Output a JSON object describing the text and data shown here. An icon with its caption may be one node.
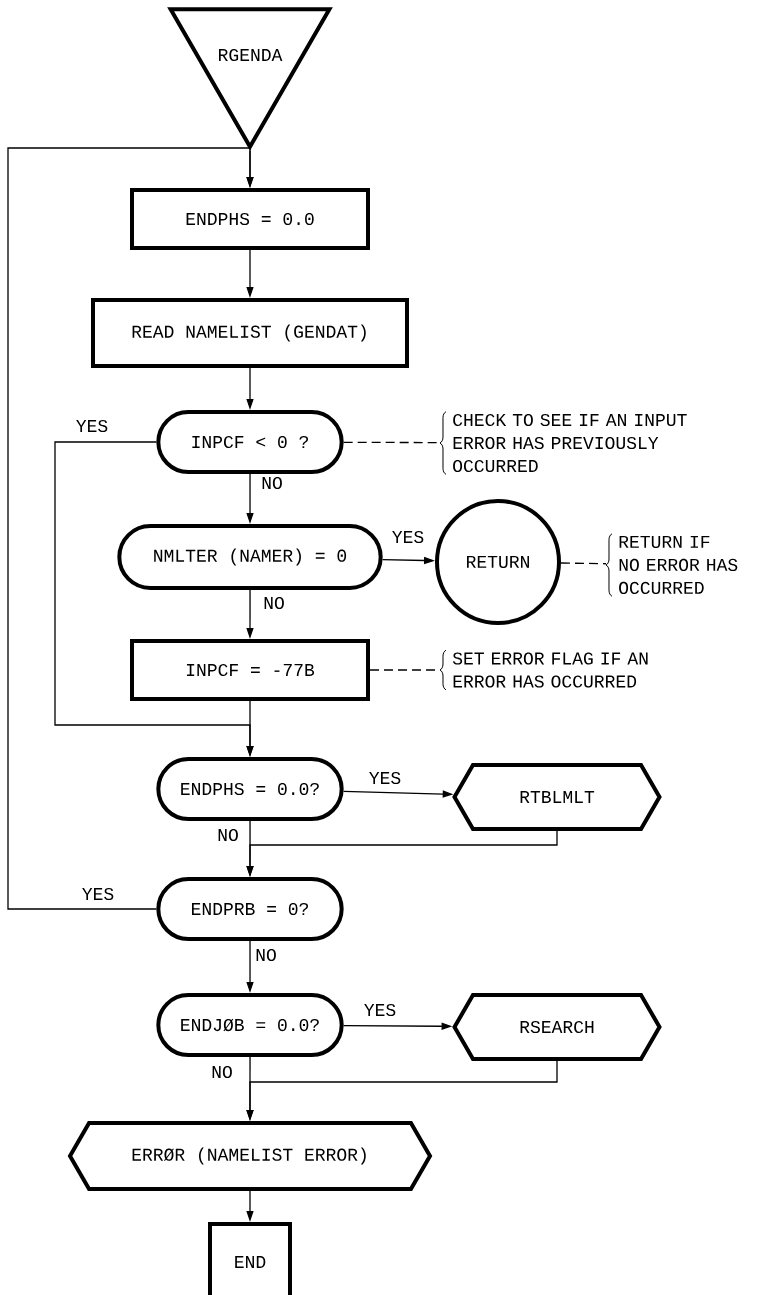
{
  "diagram": {
    "nodes": [
      {
        "text": [
          "RGENDA"
        ]
      },
      {
        "text": [
          "ENDPHS = 0.0"
        ]
      },
      {
        "text": [
          "READ NAMELIST (GENDAT)"
        ]
      },
      {
        "text": [
          "INPCF < 0 ?"
        ]
      },
      {
        "text": [
          "NMLTER (NAMER) = 0"
        ]
      },
      {
        "text": [
          "RETURN"
        ]
      },
      {
        "text": [
          "INPCF = -77B"
        ]
      },
      {
        "text": [
          "ENDPHS = 0.0?"
        ]
      },
      {
        "text": [
          "RTBLMLT"
        ]
      },
      {
        "text": [
          "ENDPRB = 0?"
        ]
      },
      {
        "text": [
          "ENDJØB = 0.0?"
        ]
      },
      {
        "text": [
          "RSEARCH"
        ]
      },
      {
        "text": [
          "ERRØR (NAMELIST ERROR)"
        ]
      },
      {
        "text": [
          "END"
        ]
      },
      {
        "text": [
          "CHECK TO SEE IF AN INPUT ERROR HAS PREVIOUSLY OCCURRED"
        ]
      },
      {
        "text": [
          "RETURN IF NO ERROR HAS OCCURRED"
        ]
      },
      {
        "text": [
          "SET ERROR FLAG IF AN ERROR HAS OCCURRED"
        ]
      }
    ],
    "edges": [
      {
        "from": 0,
        "to": 1,
        "arrow": "to"
      },
      {
        "from": 1,
        "to": 2,
        "arrow": "to"
      },
      {
        "from": 2,
        "to": 3,
        "arrow": "to"
      },
      {
        "from": 3,
        "to": 4,
        "arrow": "to",
        "label": "NO"
      },
      {
        "from": 3,
        "to": 7,
        "arrow": "to",
        "label": "YES"
      },
      {
        "from": 3,
        "to": 14,
        "arrow": "none",
        "style": "dashed"
      },
      {
        "from": 4,
        "to": 5,
        "arrow": "to",
        "label": "YES"
      },
      {
        "from": 4,
        "to": 6,
        "arrow": "to",
        "label": "NO"
      },
      {
        "from": 5,
        "to": 15,
        "arrow": "none",
        "style": "dashed"
      },
      {
        "from": 6,
        "to": 7,
        "arrow": "to"
      },
      {
        "from": 6,
        "to": 16,
        "arrow": "none",
        "style": "dashed"
      },
      {
        "from": 7,
        "to": 8,
        "arrow": "to",
        "label": "YES"
      },
      {
        "from": 7,
        "to": 9,
        "arrow": "to",
        "label": "NO"
      },
      {
        "from": 8,
        "to": 9,
        "arrow": "to"
      },
      {
        "from": 9,
        "to": 1,
        "arrow": "to",
        "label": "YES"
      },
      {
        "from": 9,
        "to": 10,
        "arrow": "to",
        "label": "NO"
      },
      {
        "from": 10,
        "to": 11,
        "arrow": "to",
        "label": "YES"
      },
      {
        "from": 10,
        "to": 12,
        "arrow": "to",
        "label": "NO"
      },
      {
        "from": 11,
        "to": 12,
        "arrow": "to"
      },
      {
        "from": 12,
        "to": 13,
        "arrow": "to"
      }
    ]
  }
}
